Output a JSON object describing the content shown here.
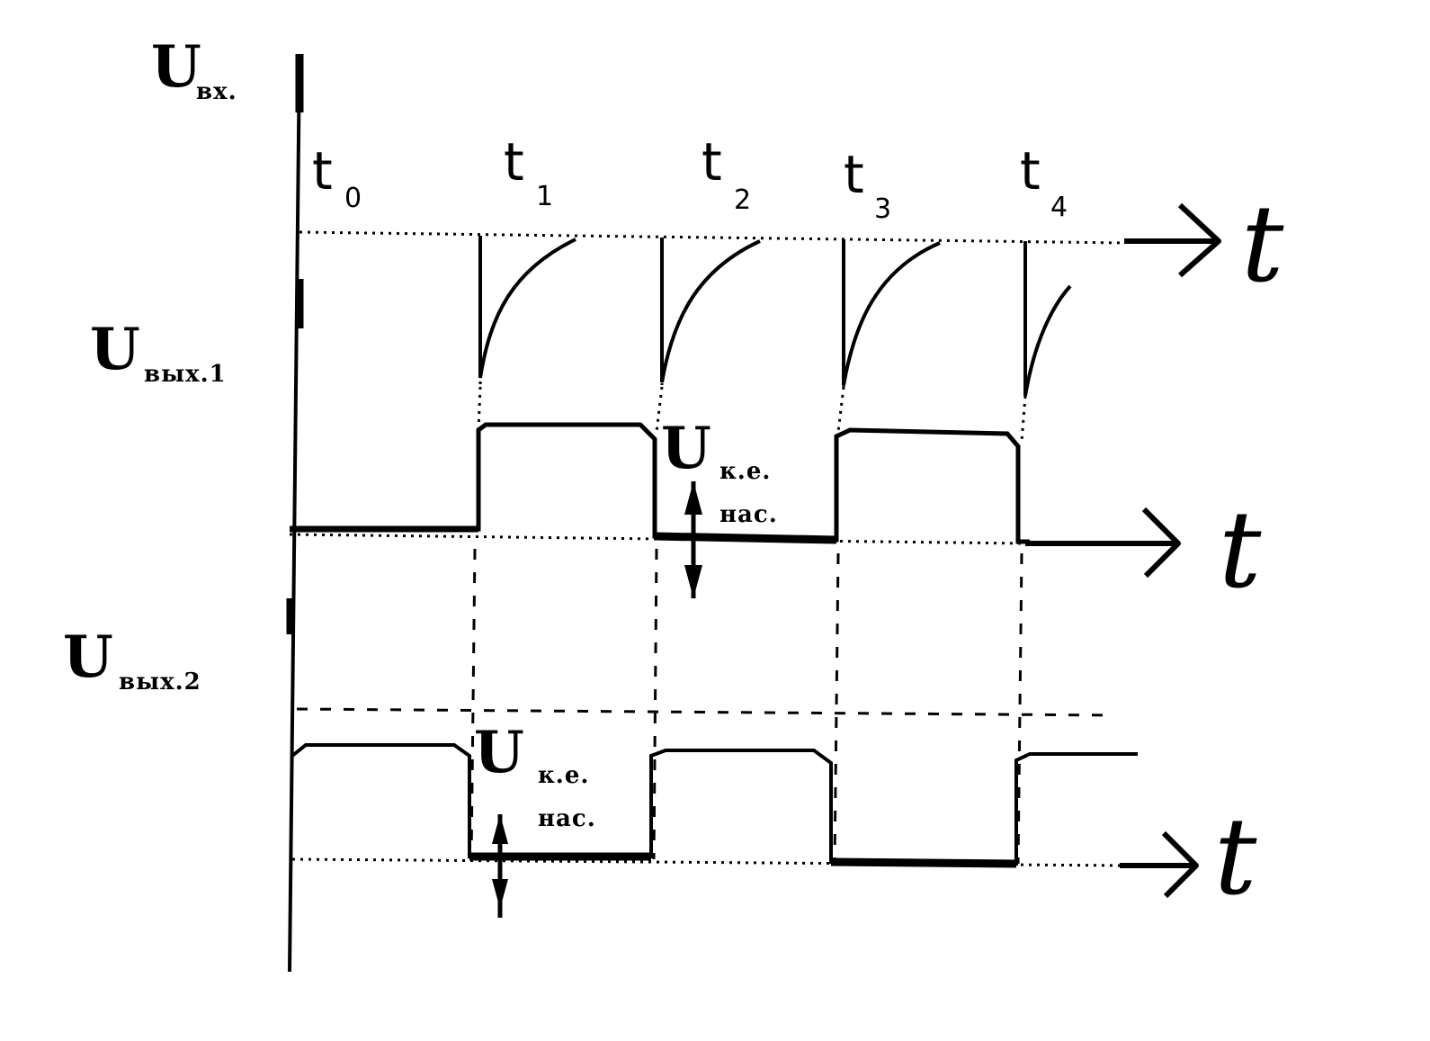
{
  "labels": {
    "u_input": {
      "main": "U",
      "sub": "вх."
    },
    "u_output1": {
      "main": "U",
      "sub": "вых.1"
    },
    "u_output2": {
      "main": "U",
      "sub": "вых.2"
    },
    "u_ce_sat_top": {
      "main": "U",
      "sub1": "к.е.",
      "sub2": "нас."
    },
    "u_ce_sat_bottom": {
      "main": "U",
      "sub1": "к.е.",
      "sub2": "нас."
    }
  },
  "time_marks": [
    {
      "main": "t",
      "sub": "0"
    },
    {
      "main": "t",
      "sub": "1"
    },
    {
      "main": "t",
      "sub": "2"
    },
    {
      "main": "t",
      "sub": "3"
    },
    {
      "main": "t",
      "sub": "4"
    }
  ],
  "axis_labels": [
    "t",
    "t",
    "t"
  ]
}
